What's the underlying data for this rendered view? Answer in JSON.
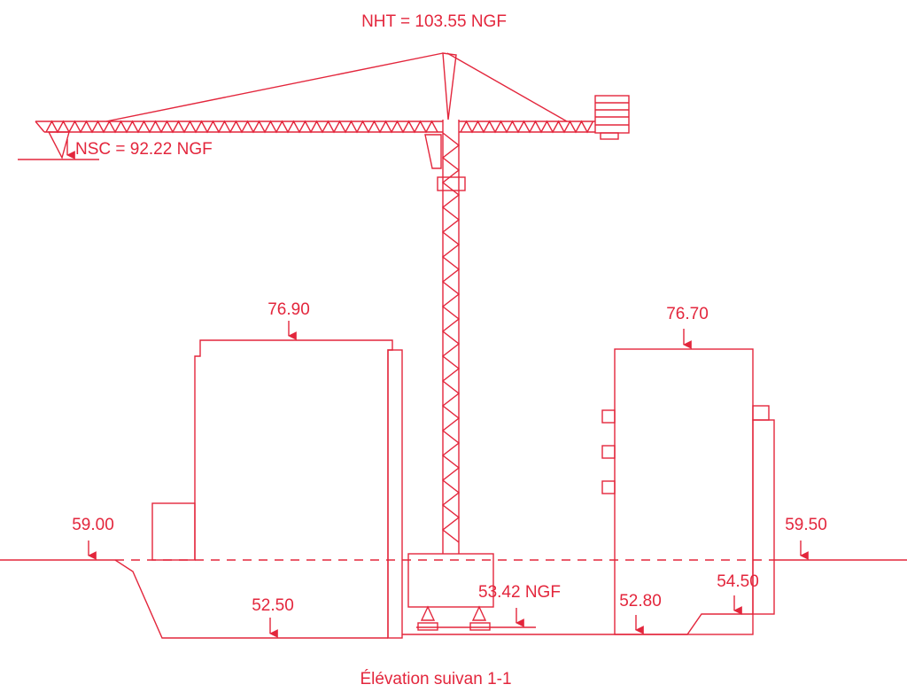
{
  "diagram": {
    "title": "NHT = 103.55 NGF",
    "caption": "Élévation suivan 1-1",
    "color": "#e3263c",
    "labels": {
      "nsc": "NSC = 92.22 NGF",
      "left_roof": "76.90",
      "right_roof": "76.70",
      "ground_left": "59.00",
      "ground_right": "59.50",
      "left_bottom": "52.50",
      "crane_base": "53.42 NGF",
      "right_bottom": "52.80",
      "right_step": "54.50"
    }
  }
}
